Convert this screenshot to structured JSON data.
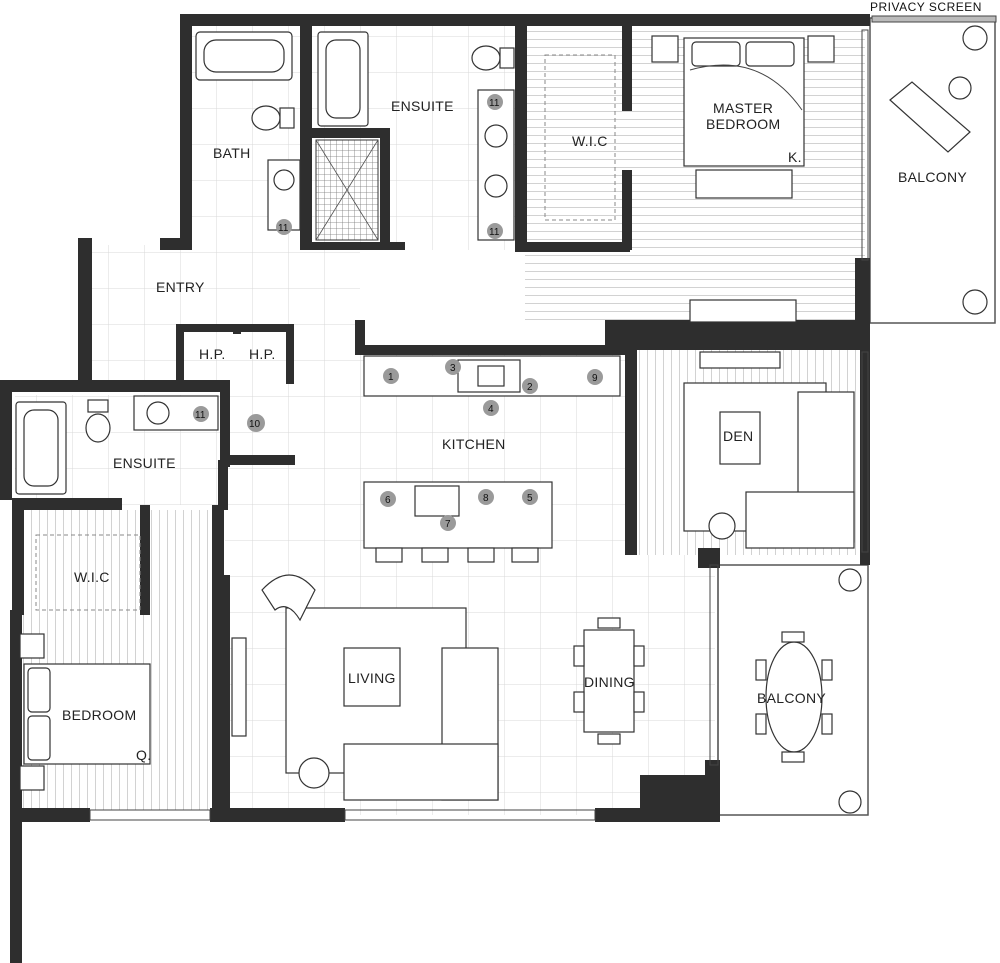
{
  "plan": {
    "privacy_screen_label": "PRIVACY SCREEN",
    "rooms": {
      "bath": "BATH",
      "ensuite_top": "ENSUITE",
      "wic_top": "W.I.C",
      "master_line1": "MASTER",
      "master_line2": "BEDROOM",
      "master_bed_size": "K.",
      "balcony_top": "BALCONY",
      "entry": "ENTRY",
      "hp1": "H.P.",
      "hp2": "H.P.",
      "kitchen": "KITCHEN",
      "den": "DEN",
      "ensuite_left": "ENSUITE",
      "wic_left": "W.I.C",
      "bedroom": "BEDROOM",
      "bedroom_bed_size": "Q.",
      "living": "LIVING",
      "dining": "DINING",
      "balcony_right": "BALCONY"
    },
    "badges": {
      "b_bath_sink": "11",
      "b_ens_top1": "11",
      "b_ens_top2": "11",
      "b_k1": "1",
      "b_k3": "3",
      "b_k2": "2",
      "b_k9": "9",
      "b_k4": "4",
      "b_ens_left": "11",
      "b_10": "10",
      "b_i6": "6",
      "b_i8": "8",
      "b_i5": "5",
      "b_i7": "7"
    }
  }
}
